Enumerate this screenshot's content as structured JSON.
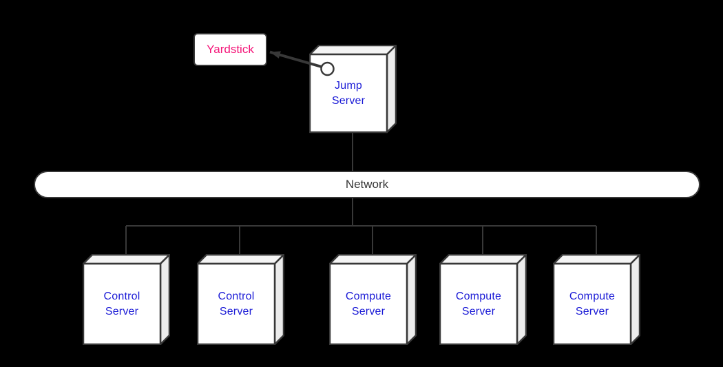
{
  "colors": {
    "background": "#000000",
    "line": "#383838",
    "box_fill": "#ffffff",
    "box_face_fill": "#f2f2f2",
    "server_text": "#1b1bd6",
    "yardstick_text": "#f41478",
    "network_text": "#383838"
  },
  "yardstick": {
    "label": "Yardstick"
  },
  "jump_server": {
    "label": "Jump\nServer"
  },
  "network": {
    "label": "Network"
  },
  "servers": [
    {
      "label": "Control\nServer"
    },
    {
      "label": "Control\nServer"
    },
    {
      "label": "Compute\nServer"
    },
    {
      "label": "Compute\nServer"
    },
    {
      "label": "Compute\nServer"
    }
  ]
}
